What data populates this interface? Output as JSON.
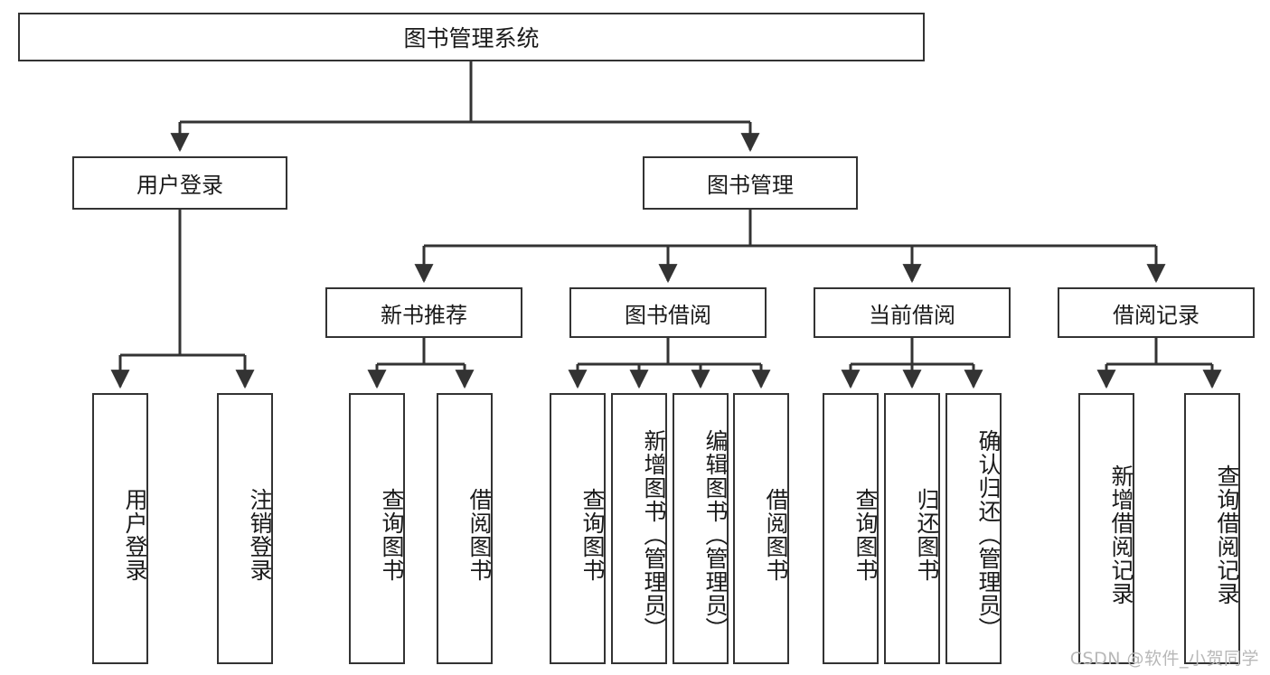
{
  "diagram": {
    "type": "tree",
    "title": "图书管理系统",
    "orientation": "top-down",
    "colors": {
      "border": "#333333",
      "background": "#ffffff",
      "text": "#1a1a1a",
      "watermark": "#b8b8b8"
    },
    "root": {
      "label": "图书管理系统"
    },
    "level1": [
      {
        "label": "用户登录"
      },
      {
        "label": "图书管理"
      }
    ],
    "level2": [
      {
        "label": "新书推荐"
      },
      {
        "label": "图书借阅"
      },
      {
        "label": "当前借阅"
      },
      {
        "label": "借阅记录"
      }
    ],
    "leaves": {
      "user_login": [
        {
          "label": "用户登录"
        },
        {
          "label": "注销登录"
        }
      ],
      "new_book": [
        {
          "label": "查询图书"
        },
        {
          "label": "借阅图书"
        }
      ],
      "book_borrow": [
        {
          "label": "查询图书"
        },
        {
          "label": "新增图书（管理员）"
        },
        {
          "label": "编辑图书（管理员）"
        },
        {
          "label": "借阅图书"
        }
      ],
      "current_borrow": [
        {
          "label": "查询图书"
        },
        {
          "label": "归还图书"
        },
        {
          "label": "确认归还（管理员）"
        }
      ],
      "borrow_record": [
        {
          "label": "新增借阅记录"
        },
        {
          "label": "查询借阅记录"
        }
      ]
    },
    "edges": [
      {
        "from": "图书管理系统",
        "to": "用户登录"
      },
      {
        "from": "图书管理系统",
        "to": "图书管理"
      },
      {
        "from": "用户登录",
        "to": "用户登录"
      },
      {
        "from": "用户登录",
        "to": "注销登录"
      },
      {
        "from": "图书管理",
        "to": "新书推荐"
      },
      {
        "from": "图书管理",
        "to": "图书借阅"
      },
      {
        "from": "图书管理",
        "to": "当前借阅"
      },
      {
        "from": "图书管理",
        "to": "借阅记录"
      },
      {
        "from": "新书推荐",
        "to": "查询图书"
      },
      {
        "from": "新书推荐",
        "to": "借阅图书"
      },
      {
        "from": "图书借阅",
        "to": "查询图书"
      },
      {
        "from": "图书借阅",
        "to": "新增图书（管理员）"
      },
      {
        "from": "图书借阅",
        "to": "编辑图书（管理员）"
      },
      {
        "from": "图书借阅",
        "to": "借阅图书"
      },
      {
        "from": "当前借阅",
        "to": "查询图书"
      },
      {
        "from": "当前借阅",
        "to": "归还图书"
      },
      {
        "from": "当前借阅",
        "to": "确认归还（管理员）"
      },
      {
        "from": "借阅记录",
        "to": "新增借阅记录"
      },
      {
        "from": "借阅记录",
        "to": "查询借阅记录"
      }
    ]
  },
  "watermark": {
    "text": "CSDN @软件_小贺同学"
  }
}
